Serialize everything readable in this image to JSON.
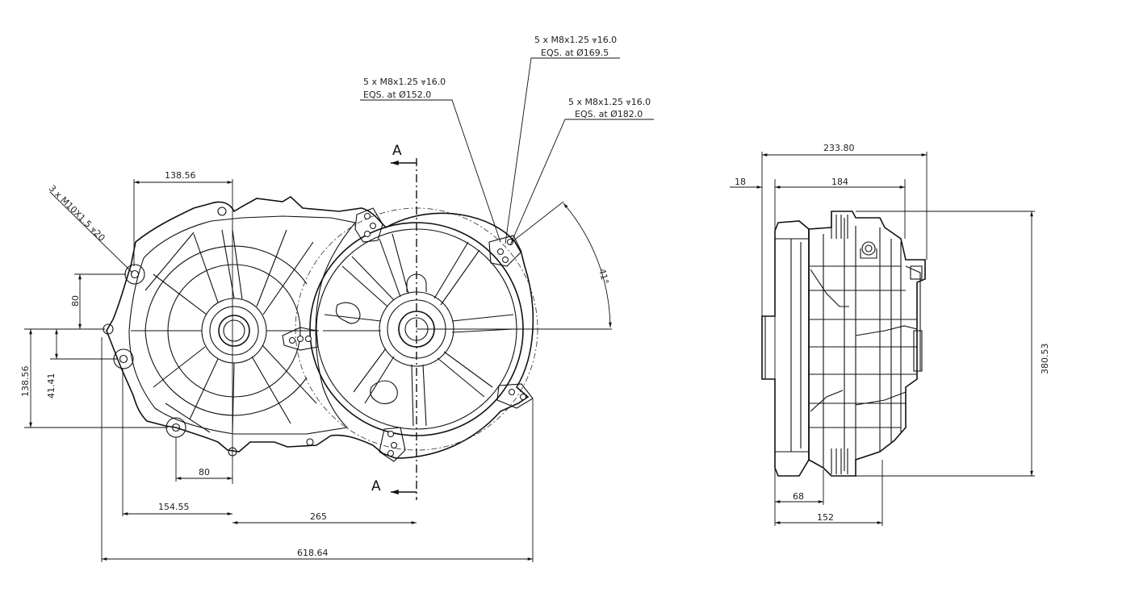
{
  "callouts": {
    "hole_a_line1": "5 x M8x1.25 ⩔16.0",
    "hole_a_line2": "EQS. at Ø152.0",
    "hole_b_line1": "5 x M8x1.25 ⩔16.0",
    "hole_b_line2": "EQS. at Ø169.5",
    "hole_c_line1": "5 x M8x1.25 ⩔16.0",
    "hole_c_line2": "EQS. at Ø182.0",
    "hole_d": "3 x M10X1.5 ⩔20"
  },
  "section": {
    "top": "A",
    "bottom": "A"
  },
  "front_view": {
    "dim_top": "138.56",
    "dim_80_left": "80",
    "dim_138_left": "138.56",
    "dim_41": "41.41",
    "dim_80_bottom": "80",
    "dim_154": "154.55",
    "dim_265": "265",
    "dim_618": "618.64",
    "angle": "41°"
  },
  "side_view": {
    "dim_233": "233.80",
    "dim_18": "18",
    "dim_184": "184",
    "dim_380": "380.53",
    "dim_68": "68",
    "dim_152": "152"
  }
}
